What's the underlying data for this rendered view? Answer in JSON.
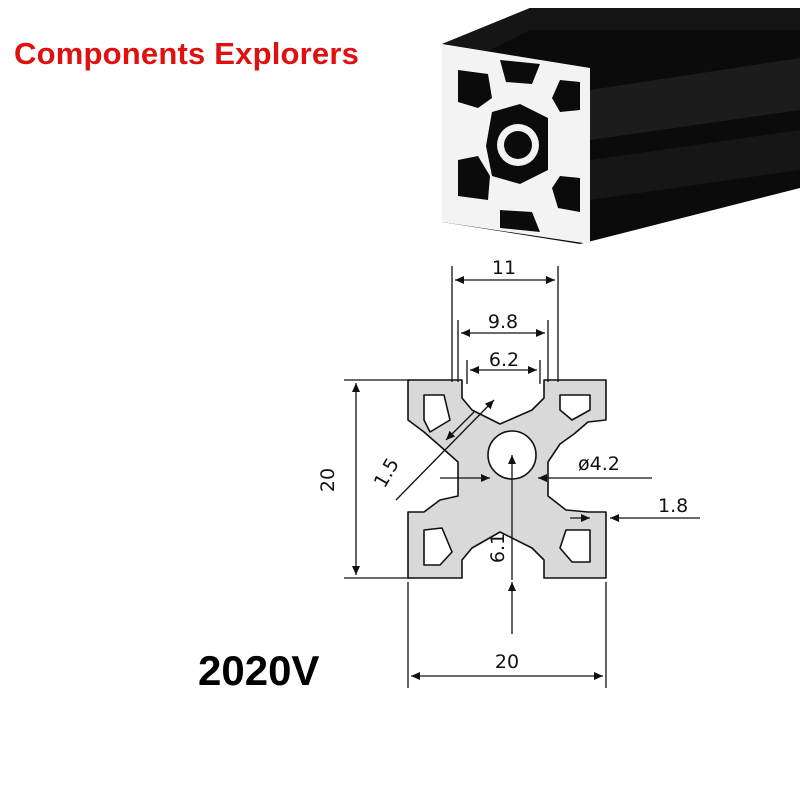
{
  "brand_text": "Components Explorers",
  "model_label": "2020V",
  "dimensions": {
    "width_top": "11",
    "slot_outer": "9.8",
    "slot_inner": "6.2",
    "height": "20",
    "wall": "1.5",
    "bore": "ø4.2",
    "lip": "1.8",
    "depth": "6.1",
    "width_bottom": "20"
  },
  "colors": {
    "brand": "#e01010",
    "profile_fill": "#d9d9d9",
    "extrusion_body": "#0b0b0b",
    "extrusion_face": "#f3f3f3"
  }
}
